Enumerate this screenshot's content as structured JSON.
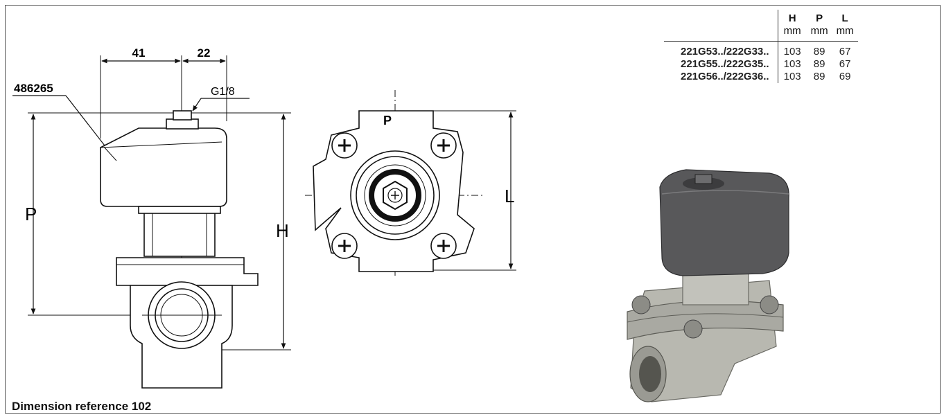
{
  "drawing": {
    "dim_41": "41",
    "dim_22": "22",
    "part_number": "486265",
    "port_size": "G1/8",
    "label_p_side": "P",
    "label_h": "H",
    "label_p_top": "P",
    "label_l": "L"
  },
  "table": {
    "headers": [
      {
        "letter": "H",
        "unit": "mm"
      },
      {
        "letter": "P",
        "unit": "mm"
      },
      {
        "letter": "L",
        "unit": "mm"
      }
    ],
    "rows": [
      {
        "model": "221G53../222G33..",
        "h": "103",
        "p": "89",
        "l": "67"
      },
      {
        "model": "221G55../222G35..",
        "h": "103",
        "p": "89",
        "l": "67"
      },
      {
        "model": "221G56../222G36..",
        "h": "103",
        "p": "89",
        "l": "69"
      }
    ]
  },
  "caption": "Dimension reference 102"
}
